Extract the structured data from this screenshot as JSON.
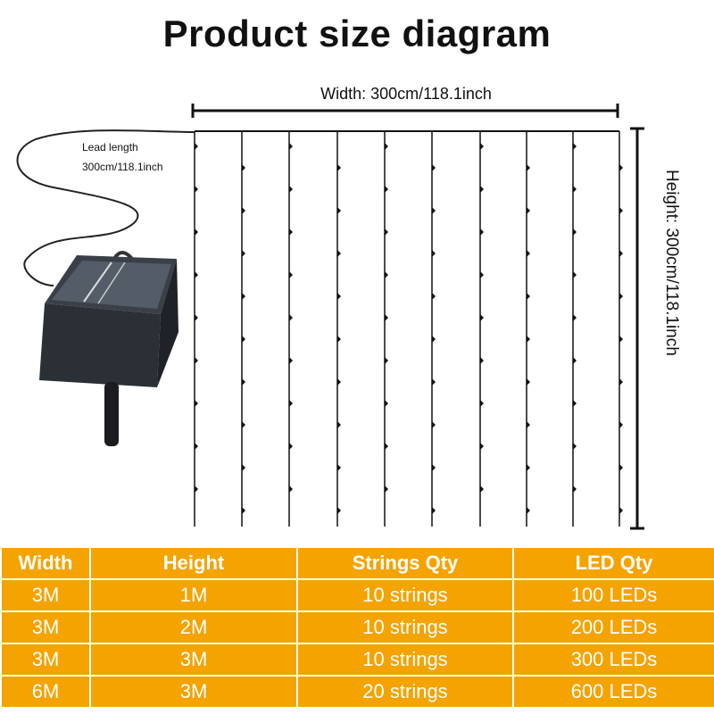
{
  "title": "Product size diagram",
  "width_label": "Width: 300cm/118.1inch",
  "height_label": "Height: 300cm/118.1inch",
  "lead_label_line1": "Lead length",
  "lead_label_line2": "300cm/118.1inch",
  "table": {
    "headers": [
      "Width",
      "Height",
      "Strings Qty",
      "LED Qty"
    ],
    "rows": [
      [
        "3M",
        "1M",
        "10 strings",
        "100 LEDs"
      ],
      [
        "3M",
        "2M",
        "10 strings",
        "200 LEDs"
      ],
      [
        "3M",
        "3M",
        "10 strings",
        "300 LEDs"
      ],
      [
        "6M",
        "3M",
        "20 strings",
        "600 LEDs"
      ]
    ]
  },
  "colors": {
    "table_bg": "#f4a300",
    "table_text": "#ffffff",
    "line": "#111111"
  },
  "icons": [
    "solar-panel-icon",
    "led-string-icon"
  ]
}
